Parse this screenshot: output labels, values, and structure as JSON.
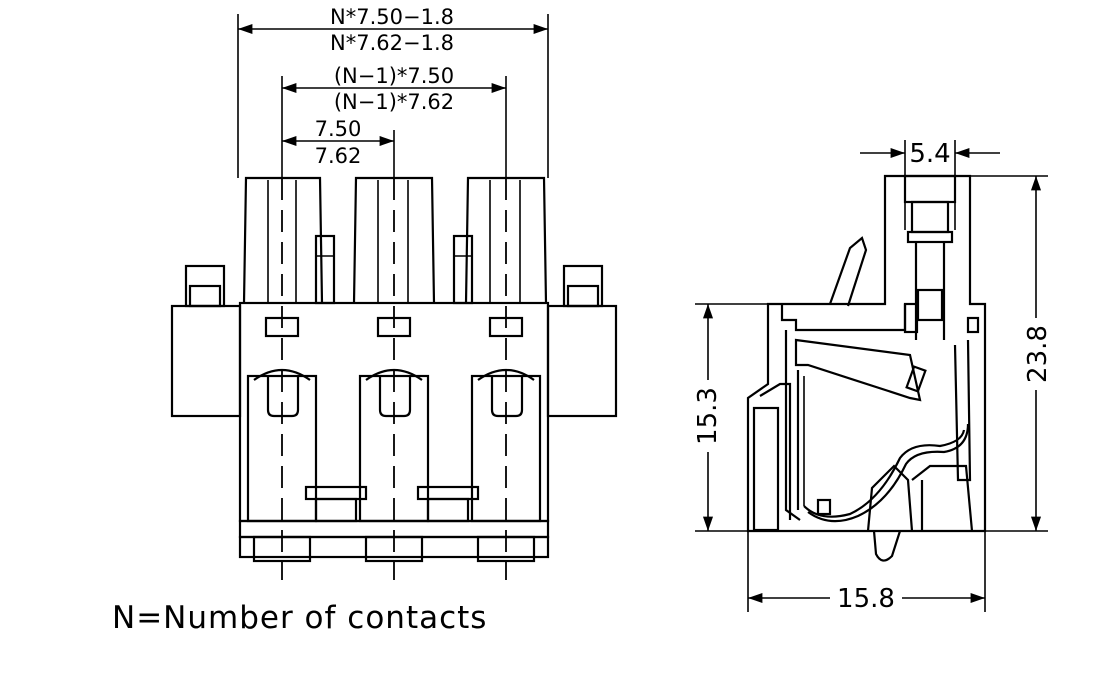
{
  "front_view": {
    "dim_overall_a": "N*7.50−1.8",
    "dim_overall_b": "N*7.62−1.8",
    "dim_span_a": "(N−1)*7.50",
    "dim_span_b": "(N−1)*7.62",
    "dim_pitch_a": "7.50",
    "dim_pitch_b": "7.62"
  },
  "side_view": {
    "dim_top_width": "5.4",
    "dim_total_height": "23.8",
    "dim_body_height": "15.3",
    "dim_base_width": "15.8"
  },
  "note": "N=Number of contacts"
}
